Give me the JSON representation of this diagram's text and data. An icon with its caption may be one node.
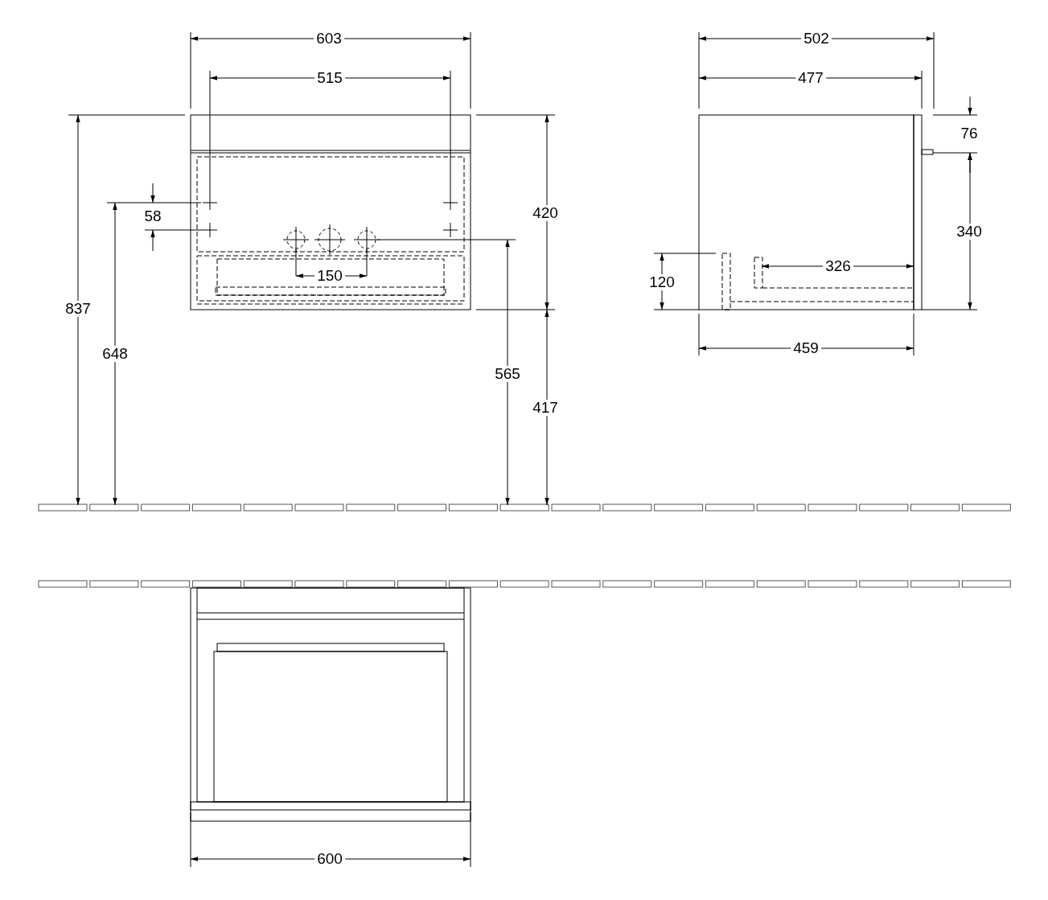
{
  "diagram": {
    "labels": [
      "603",
      "502",
      "515",
      "477",
      "76",
      "420",
      "58",
      "340",
      "326",
      "150",
      "120",
      "837",
      "648",
      "565",
      "417",
      "459",
      "600"
    ]
  }
}
